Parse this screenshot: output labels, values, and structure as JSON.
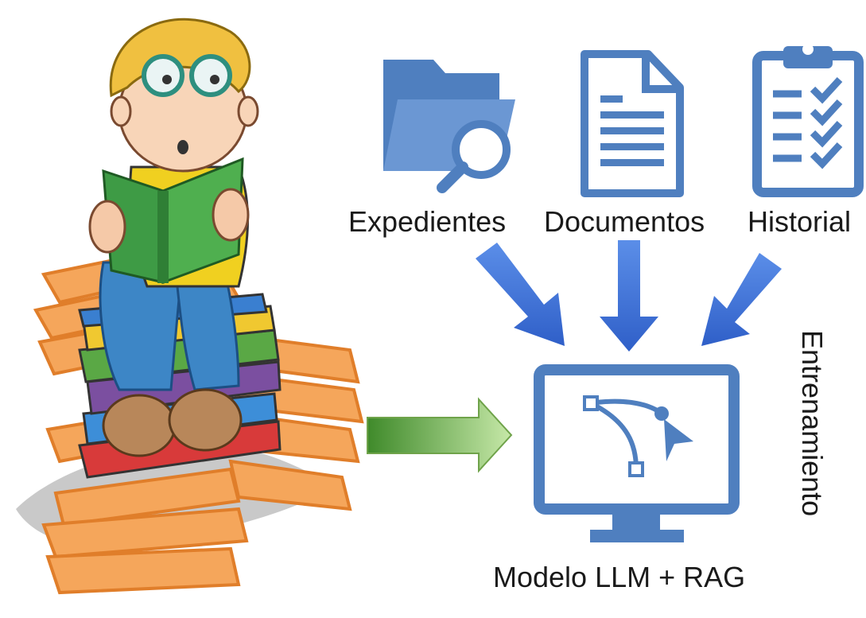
{
  "sources": [
    {
      "label": "Expedientes",
      "icon": "folder-search-icon"
    },
    {
      "label": "Documentos",
      "icon": "document-icon"
    },
    {
      "label": "Historial",
      "icon": "clipboard-checklist-icon"
    }
  ],
  "model": {
    "label": "Modelo LLM + RAG",
    "icon": "monitor-bezier-icon"
  },
  "side_label": "Entrenamiento",
  "colors": {
    "icon_blue": "#4f7fbf",
    "arrow_blue": "#3a6fd8",
    "arrow_green": "#7fbf4f",
    "book_orange": "#f0a050"
  }
}
